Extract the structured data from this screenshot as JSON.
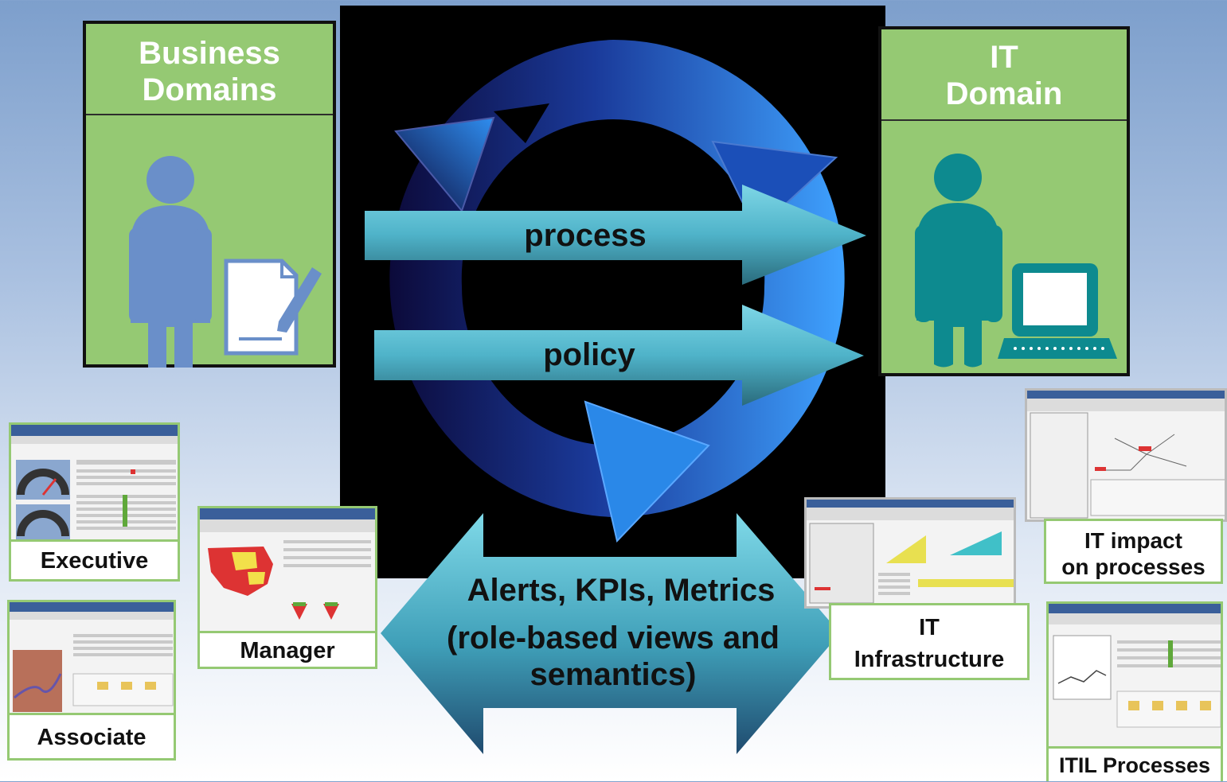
{
  "business_domains": {
    "title": "Business\nDomains"
  },
  "it_domain": {
    "title": "IT\nDomain"
  },
  "arrows": {
    "process": "process",
    "policy": "policy"
  },
  "exchange": {
    "line1": "Alerts, KPIs, Metrics",
    "line2": "(role-based views and",
    "line3": "semantics)"
  },
  "roles": {
    "executive": "Executive",
    "manager": "Manager",
    "associate": "Associate",
    "it_infrastructure": "IT\nInfrastructure",
    "it_impact": "IT impact\non processes",
    "itil_processes": "ITIL Processes"
  },
  "colors": {
    "panel_green": "#95c973",
    "business_person": "#6a8fc9",
    "it_person": "#0d8a8f",
    "arrow_teal": "#4fb3c9",
    "cycle_blue": "#2a7fd6"
  },
  "icons": {
    "business_person": "person-with-document-icon",
    "it_person": "person-with-computer-icon",
    "cycle": "cycle-arrows-icon"
  }
}
